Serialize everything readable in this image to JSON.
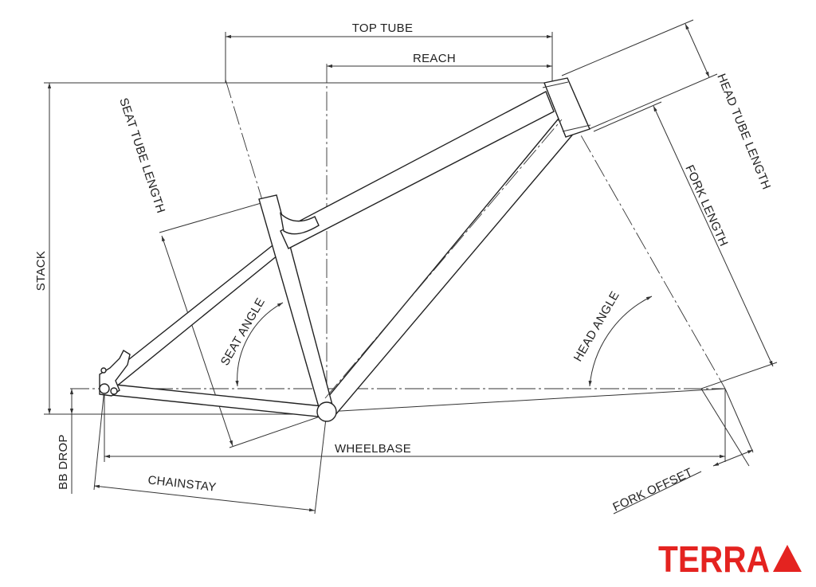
{
  "labels": {
    "top_tube": "TOP TUBE",
    "reach": "REACH",
    "stack": "STACK",
    "seat_tube_length": "SEAT TUBE LENGTH",
    "seat_angle": "SEAT ANGLE",
    "head_tube_length": "HEAD TUBE LENGTH",
    "fork_length": "FORK LENGTH",
    "head_angle": "HEAD ANGLE",
    "bb_drop": "BB DROP",
    "wheelbase": "WHEELBASE",
    "chainstay": "CHAINSTAY",
    "fork_offset": "FORK OFFSET"
  },
  "logo": {
    "text": "TERRA",
    "color": "#e42320"
  }
}
